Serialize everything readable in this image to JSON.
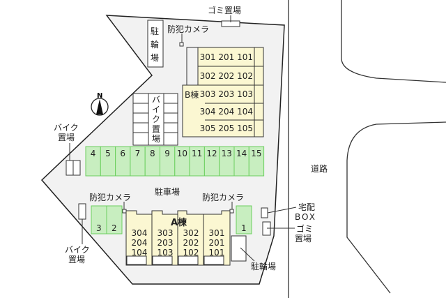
{
  "labels": {
    "garbage_top": "ゴミ置場",
    "camera_top": "防犯カメラ",
    "bicycle_top": [
      "駐",
      "輪",
      "場"
    ],
    "bike_center": [
      "バ",
      "イ",
      "ク",
      "置",
      "場"
    ],
    "bike_left": [
      "バイク",
      "置場"
    ],
    "bike_bottom_left": [
      "バイク",
      "置場"
    ],
    "north": "N",
    "b_building": "B棟",
    "a_building": "A棟",
    "parking": "駐車場",
    "camera_left": "防犯カメラ",
    "camera_right": "防犯カメラ",
    "road": "道路",
    "delivery_box": [
      "宅配",
      "BOX"
    ],
    "garbage_right": [
      "ゴミ",
      "置場"
    ],
    "bicycle_bottom": "駐輪場"
  },
  "parking_spaces": {
    "top_row": [
      "4",
      "5",
      "6",
      "7",
      "8",
      "9",
      "10",
      "11",
      "12",
      "13",
      "14",
      "15"
    ],
    "left_pair": [
      "3",
      "2"
    ],
    "right_single": "1"
  },
  "b_building_units": [
    "301 201 101",
    "302 202 102",
    "303 203 103",
    "304 204 104",
    "305 205 105"
  ],
  "a_building_units": [
    [
      "304",
      "204",
      "104"
    ],
    [
      "303",
      "203",
      "103"
    ],
    [
      "302",
      "202",
      "102"
    ],
    [
      "301",
      "201",
      "101"
    ]
  ],
  "colors": {
    "parking": "#c8eec0",
    "parking_border": "#6ccf5f",
    "building": "#fbf7d2",
    "site": "#f2f2f2"
  }
}
